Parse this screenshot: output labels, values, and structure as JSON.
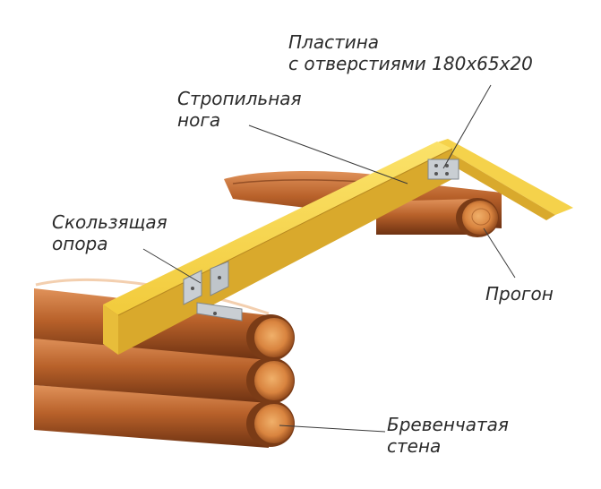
{
  "labels": {
    "plate": {
      "line1": "Пластина",
      "line2": "с отверстиями 180x65x20"
    },
    "rafter": {
      "line1": "Стропильная",
      "line2": "нога"
    },
    "sliding_support": {
      "line1": "Скользящая",
      "line2": "опора"
    },
    "purlin": {
      "line1": "Прогон"
    },
    "log_wall": {
      "line1": "Бревенчатая",
      "line2": "стена"
    }
  },
  "colors": {
    "rafter_top": "#f7d64a",
    "rafter_side": "#d9a92c",
    "log_light": "#c9773a",
    "log_dark": "#7a3b16",
    "log_end": "#e39a55",
    "metal": "#c9ced3",
    "leader_line": "#3a3a3a",
    "text": "#2b2b2b"
  }
}
